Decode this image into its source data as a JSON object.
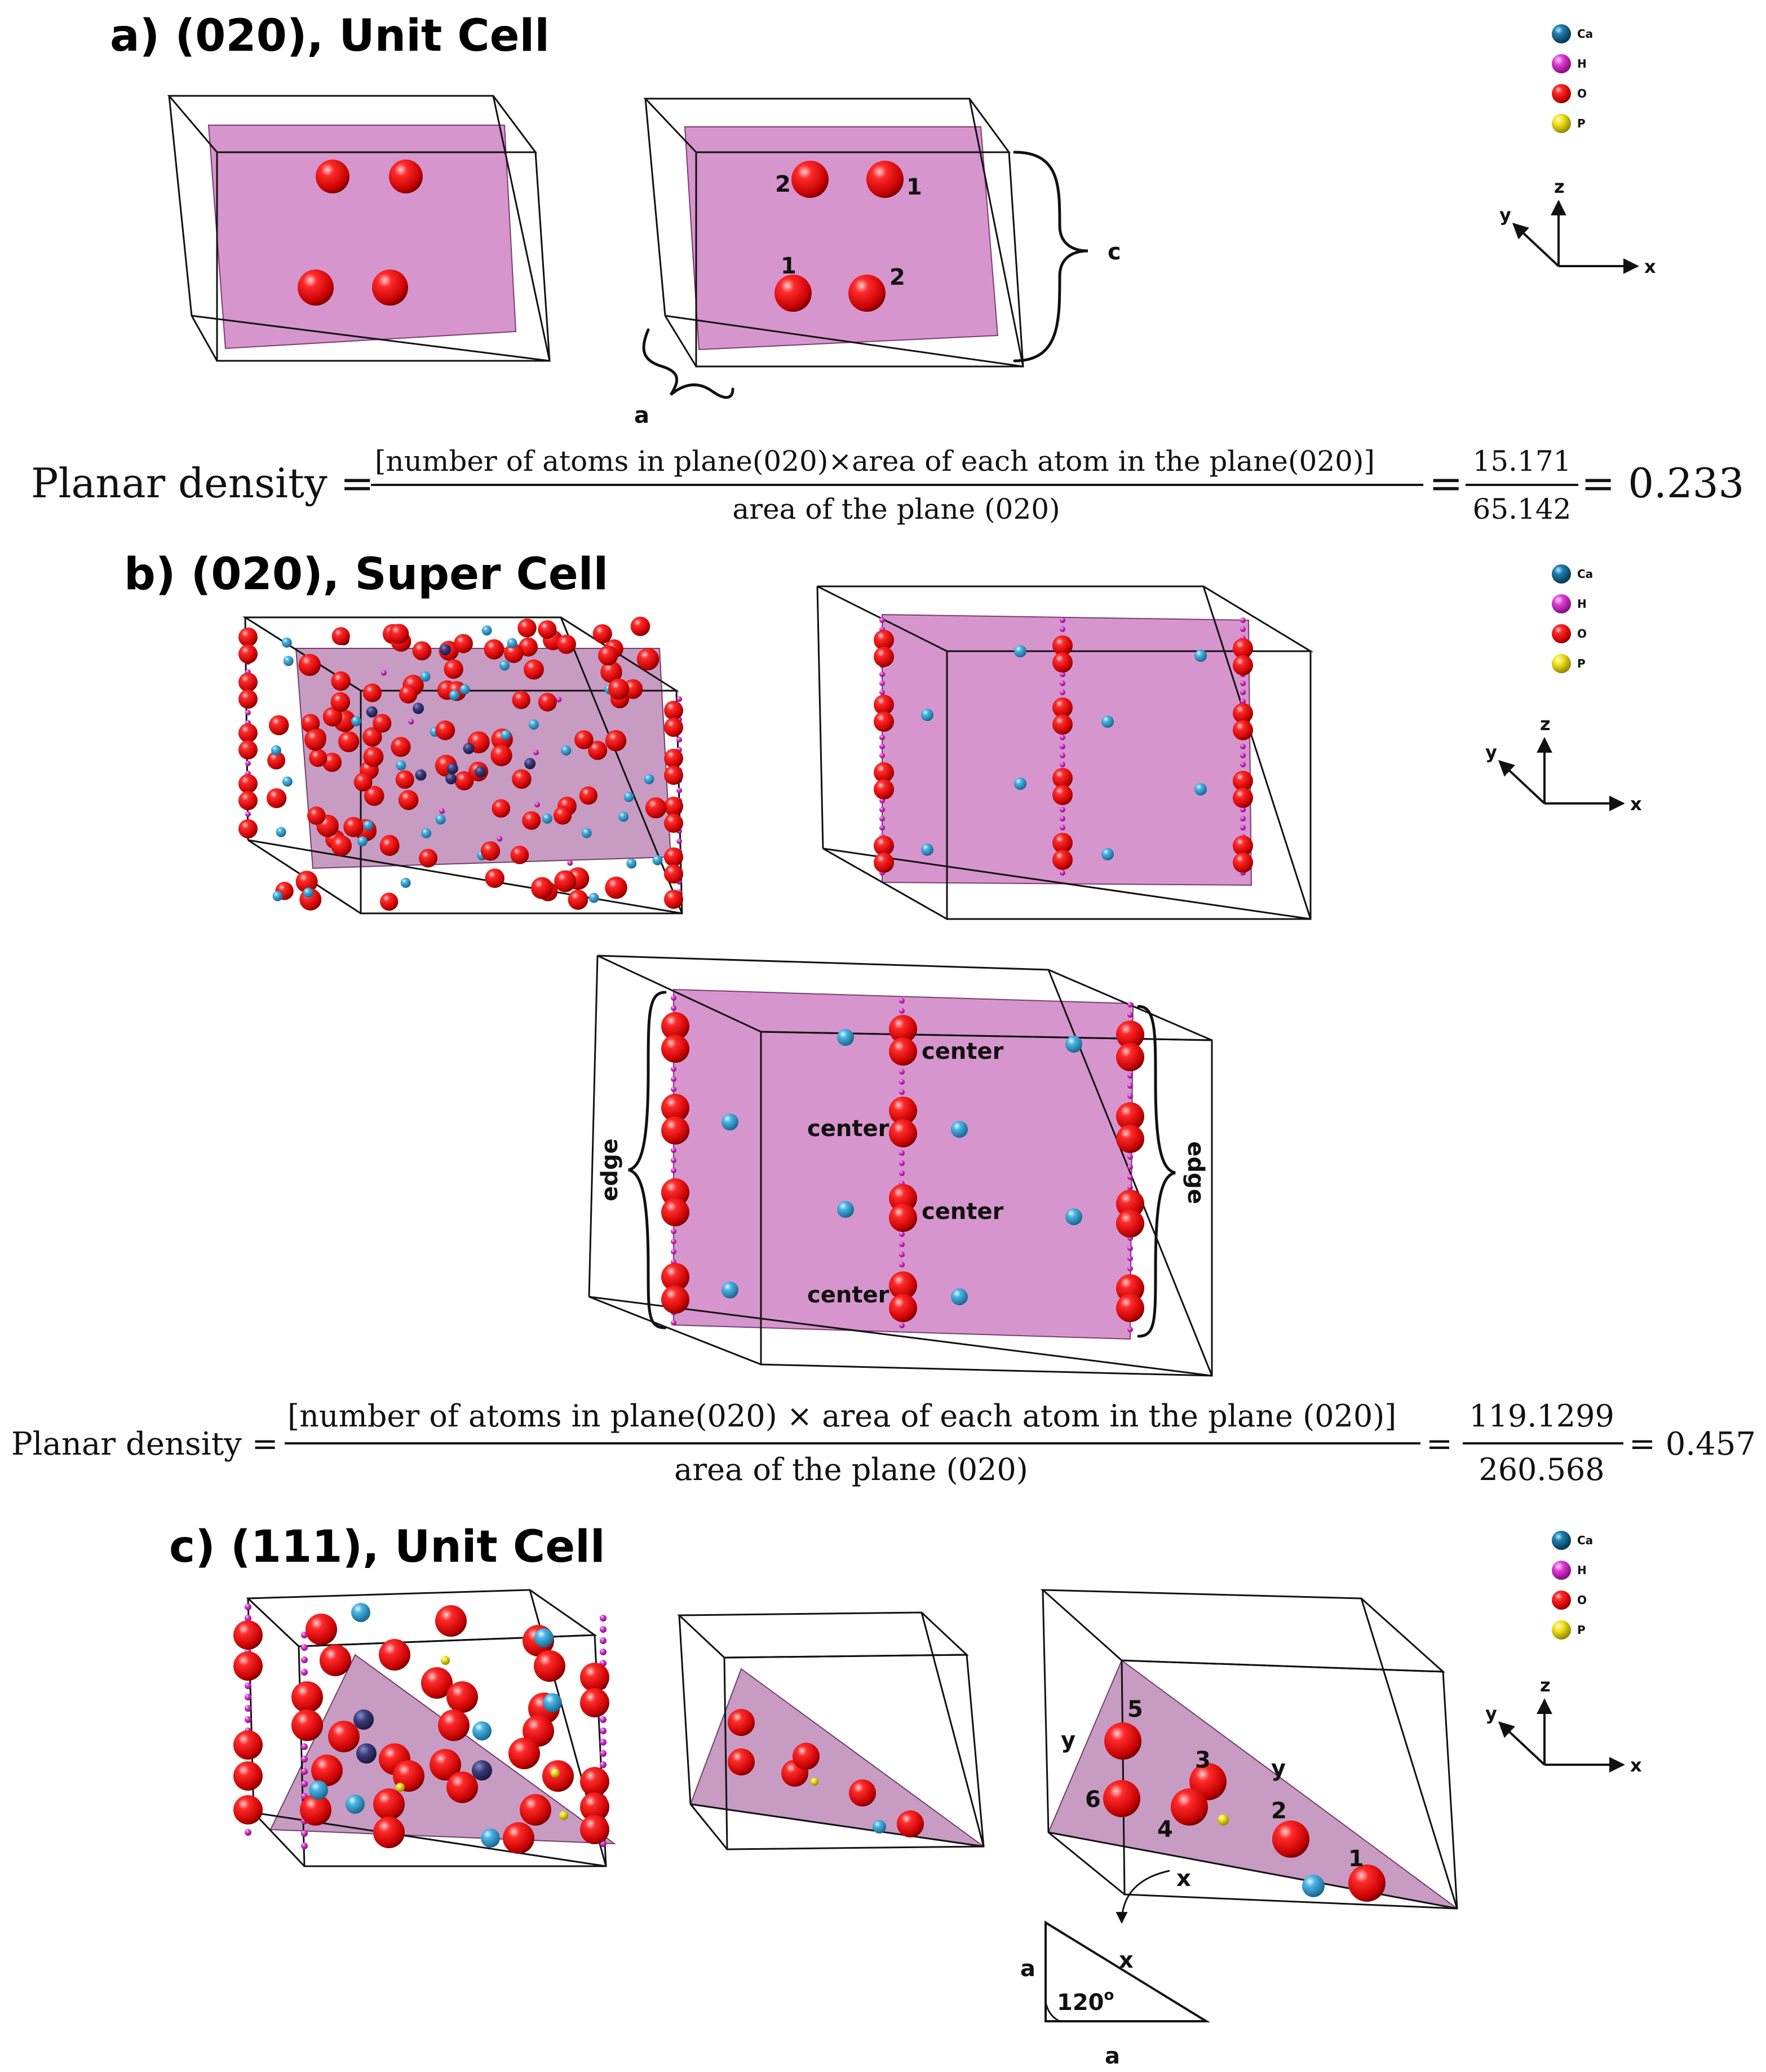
{
  "section_a": {
    "title": "a) (020), Unit Cell",
    "atom_numbers": [
      "2",
      "1",
      "1",
      "2"
    ],
    "label_c": "c",
    "label_a": "a"
  },
  "equation_a": {
    "lhs": "Planar density =",
    "numerator": "[number of atoms in plane(020)×area of each atom in the plane(020)]",
    "denominator": "area of the plane (020)",
    "equals_1": "=",
    "frac_num": "15.171",
    "frac_den": "65.142",
    "result": "= 0.233"
  },
  "section_b": {
    "title": "b) (020), Super Cell",
    "labels": {
      "center_1": "center",
      "center_2": "center",
      "center_3": "center",
      "center_4": "center",
      "edge_left": "edge",
      "edge_right": "edge"
    }
  },
  "equation_b": {
    "lhs": "Planar density =",
    "numerator": "[number of atoms in plane(020) × area of each atom in the plane (020)]",
    "denominator": "area of the plane (020)",
    "equals_1": "=",
    "frac_num": "119.1299",
    "frac_den": "260.568",
    "result": "= 0.457"
  },
  "section_c": {
    "title": "c) (111), Unit Cell",
    "atom_numbers": [
      "5",
      "3",
      "6",
      "4",
      "2",
      "1"
    ],
    "label_y1": "y",
    "label_y2": "y",
    "label_x1": "x",
    "label_x2": "x",
    "triangle_angle": "120",
    "triangle_angle_sup": "o",
    "triangle_side_a1": "a",
    "triangle_side_a2": "a"
  },
  "legend": {
    "items": [
      {
        "symbol": "Ca",
        "color": "#1b6f9c"
      },
      {
        "symbol": "H",
        "color": "#c21bb8"
      },
      {
        "symbol": "O",
        "color": "#d00a0a"
      },
      {
        "symbol": "P",
        "color": "#d6c400"
      }
    ]
  },
  "axes": {
    "x": "x",
    "y": "y",
    "z": "z"
  },
  "colors": {
    "plane": "#d48fc9",
    "oxygen": "#e40b0b",
    "calcium": "#3aa4d6",
    "hydrogen": "#d12ac6",
    "phosphorus": "#f2e21a"
  }
}
